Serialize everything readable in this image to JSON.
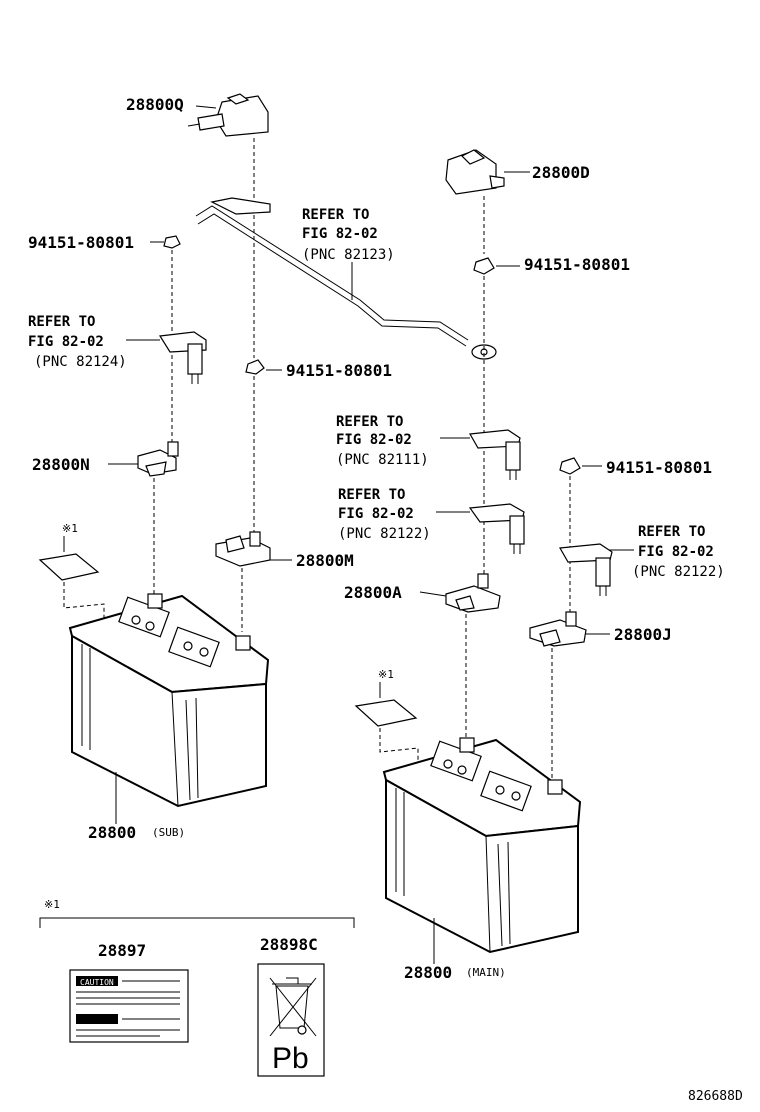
{
  "parts": {
    "cover_q": "28800Q",
    "cover_d": "28800D",
    "nut_1": "94151-80801",
    "nut_2": "94151-80801",
    "nut_3": "94151-80801",
    "nut_4": "94151-80801",
    "terminal_n": "28800N",
    "terminal_m": "28800M",
    "terminal_a": "28800A",
    "terminal_j": "28800J",
    "battery_sub_num": "28800",
    "battery_sub_tag": "(SUB)",
    "battery_main_num": "28800",
    "battery_main_tag": "(MAIN)",
    "label_caution": "28897",
    "label_recycle": "28898C"
  },
  "refers": [
    {
      "line1": "REFER TO",
      "line2": "FIG 82-02",
      "line3": "(PNC 82123)"
    },
    {
      "line1": "REFER TO",
      "line2": "FIG 82-02",
      "line3": "(PNC 82124)"
    },
    {
      "line1": "REFER TO",
      "line2": "FIG 82-02",
      "line3": "(PNC 82111)"
    },
    {
      "line1": "REFER TO",
      "line2": "FIG 82-02",
      "line3": "(PNC 82122)"
    },
    {
      "line1": "REFER TO",
      "line2": "FIG 82-02",
      "line3": "(PNC 82122)"
    }
  ],
  "notes": {
    "mark_1": "※1",
    "mark_2": "※1",
    "mark_3": "※1"
  },
  "label_text": {
    "caution": "CAUTION",
    "pb": "Pb"
  },
  "diagram_code": "826688D"
}
